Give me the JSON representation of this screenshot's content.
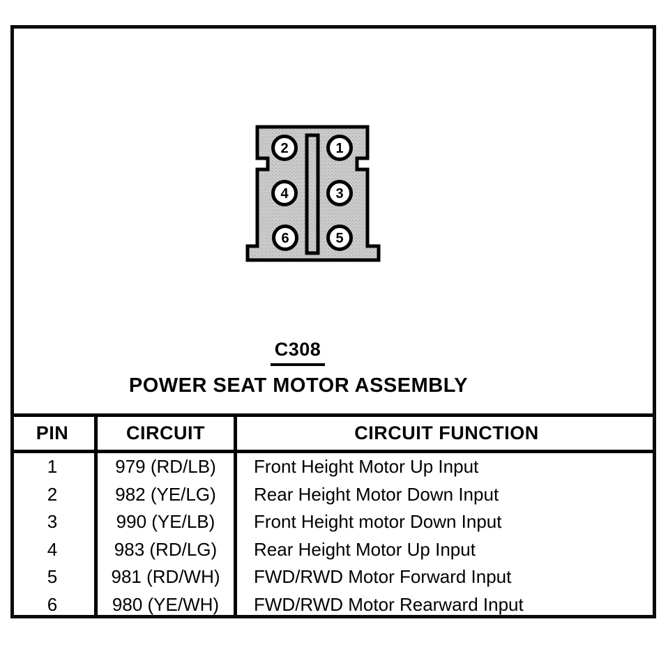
{
  "titles": {
    "connector_id": "C308",
    "assembly_name": "POWER SEAT MOTOR ASSEMBLY"
  },
  "connector": {
    "description": "6-cavity connector face view with center keyway",
    "cavities": [
      {
        "label": "2"
      },
      {
        "label": "1"
      },
      {
        "label": "4"
      },
      {
        "label": "3"
      },
      {
        "label": "6"
      },
      {
        "label": "5"
      }
    ]
  },
  "table": {
    "columns": [
      "PIN",
      "CIRCUIT",
      "CIRCUIT FUNCTION"
    ],
    "rows": [
      {
        "pin": "1",
        "circuit": "979 (RD/LB)",
        "function": "Front Height Motor Up Input"
      },
      {
        "pin": "2",
        "circuit": "982 (YE/LG)",
        "function": "Rear Height Motor Down Input"
      },
      {
        "pin": "3",
        "circuit": "990 (YE/LB)",
        "function": "Front Height motor Down Input"
      },
      {
        "pin": "4",
        "circuit": "983 (RD/LG)",
        "function": "Rear Height Motor Up Input"
      },
      {
        "pin": "5",
        "circuit": "981 (RD/WH)",
        "function": "FWD/RWD Motor Forward Input"
      },
      {
        "pin": "6",
        "circuit": "980 (YE/WH)",
        "function": "FWD/RWD Motor Rearward Input"
      }
    ]
  },
  "colors": {
    "line": "#000000",
    "connector_fill": "#cccccc",
    "background": "#ffffff"
  }
}
